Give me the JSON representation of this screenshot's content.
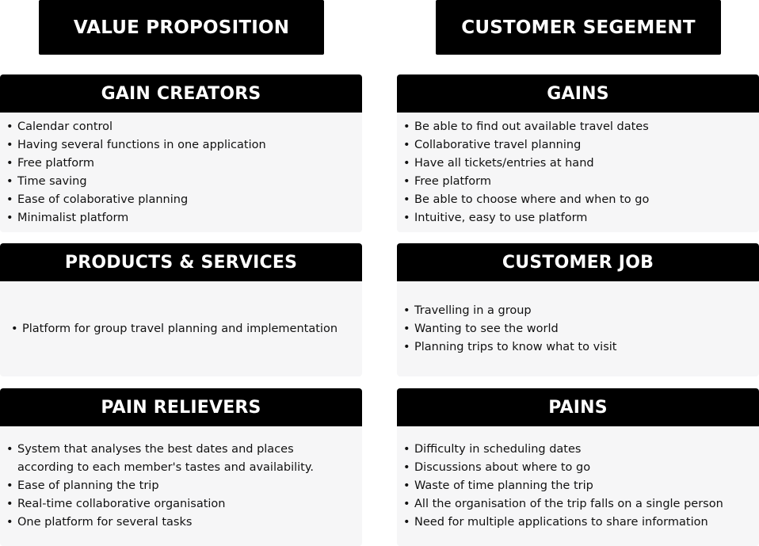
{
  "columns": {
    "left_title": "VALUE PROPOSITION",
    "right_title": "CUSTOMER SEGEMENT"
  },
  "gain_creators": {
    "title": "GAIN CREATORS",
    "items": [
      "Calendar control",
      "Having several functions in one application",
      "Free platform",
      "Time saving",
      "Ease of colaborative planning",
      "Minimalist platform"
    ]
  },
  "products_services": {
    "title": "PRODUCTS & SERVICES",
    "items": [
      "Platform for group travel planning and implementation"
    ]
  },
  "pain_relievers": {
    "title": "PAIN RELIEVERS",
    "items": [
      "System that analyses the best dates and places",
      "according to each member's tastes and availability.",
      "Ease of planning the trip",
      "Real-time collaborative organisation",
      "One platform for several tasks"
    ]
  },
  "gains": {
    "title": "GAINS",
    "items": [
      "Be able to find out available travel dates",
      "Collaborative travel planning",
      "Have all tickets/entries at hand",
      "Free platform",
      "Be able to choose where and when to go",
      "Intuitive, easy to use platform"
    ]
  },
  "customer_job": {
    "title": "CUSTOMER JOB",
    "items": [
      "Travelling in a group",
      "Wanting to see the world",
      "Planning trips to know what to visit"
    ]
  },
  "pains": {
    "title": "PAINS",
    "items": [
      "Difficulty in scheduling dates",
      "Discussions about where to go",
      "Waste of time planning the trip",
      "All the organisation of the trip falls on a single person",
      "Need for multiple applications to share information"
    ]
  }
}
